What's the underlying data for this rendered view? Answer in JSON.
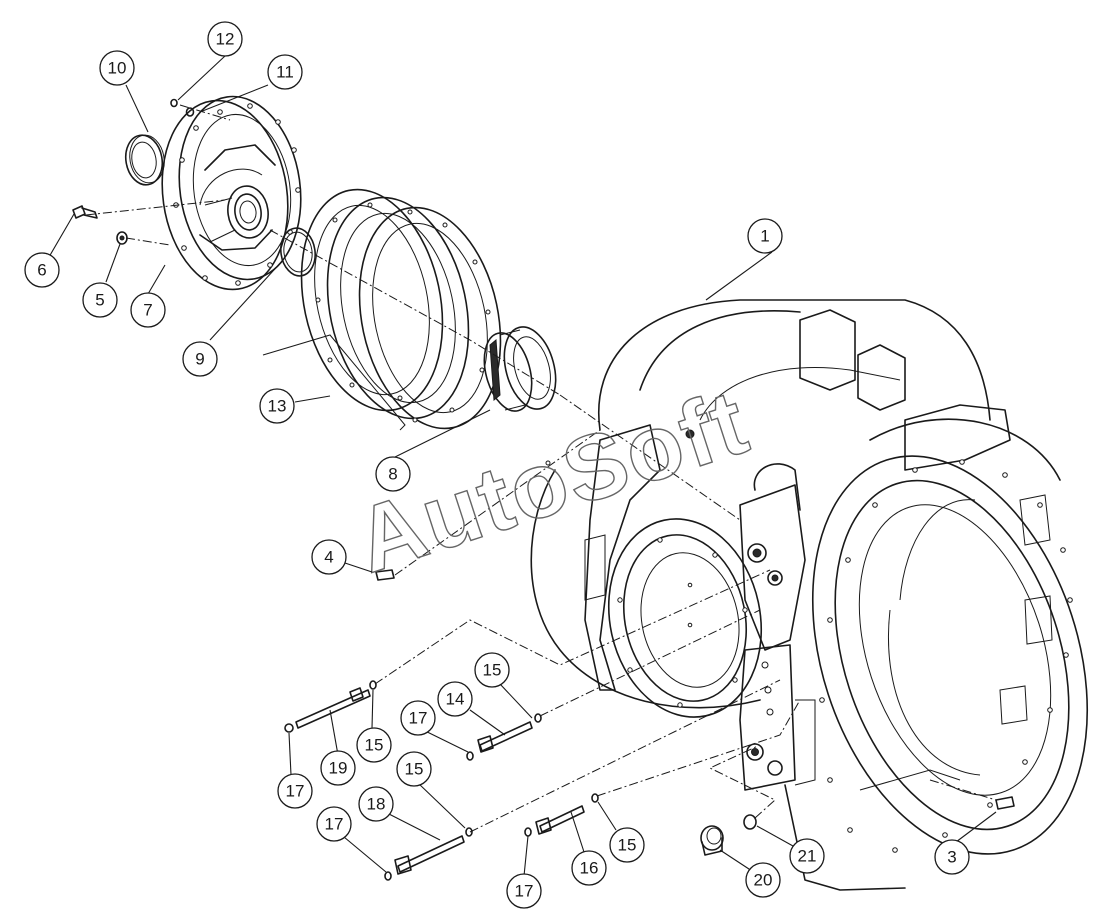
{
  "diagram": {
    "watermark": "AutoSoft",
    "callouts": [
      {
        "id": "c1",
        "label": "1"
      },
      {
        "id": "c3",
        "label": "3"
      },
      {
        "id": "c4",
        "label": "4"
      },
      {
        "id": "c5",
        "label": "5"
      },
      {
        "id": "c6",
        "label": "6"
      },
      {
        "id": "c7",
        "label": "7"
      },
      {
        "id": "c8",
        "label": "8"
      },
      {
        "id": "c9",
        "label": "9"
      },
      {
        "id": "c10",
        "label": "10"
      },
      {
        "id": "c11",
        "label": "11"
      },
      {
        "id": "c12",
        "label": "12"
      },
      {
        "id": "c13",
        "label": "13"
      },
      {
        "id": "c14",
        "label": "14"
      },
      {
        "id": "c15a",
        "label": "15"
      },
      {
        "id": "c15b",
        "label": "15"
      },
      {
        "id": "c15c",
        "label": "15"
      },
      {
        "id": "c15d",
        "label": "15"
      },
      {
        "id": "c16",
        "label": "16"
      },
      {
        "id": "c17a",
        "label": "17"
      },
      {
        "id": "c17b",
        "label": "17"
      },
      {
        "id": "c17c",
        "label": "17"
      },
      {
        "id": "c17d",
        "label": "17"
      },
      {
        "id": "c18",
        "label": "18"
      },
      {
        "id": "c19",
        "label": "19"
      },
      {
        "id": "c20",
        "label": "20"
      },
      {
        "id": "c21",
        "label": "21"
      }
    ]
  }
}
